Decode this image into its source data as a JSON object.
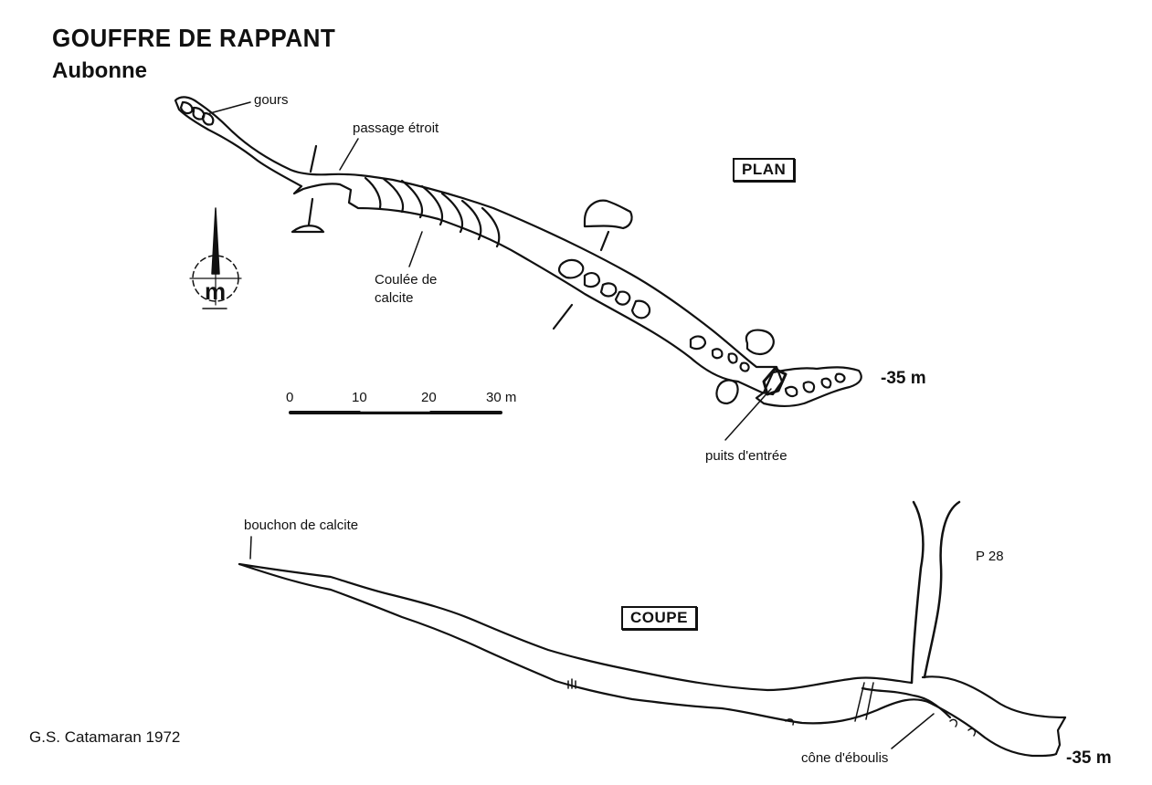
{
  "header": {
    "title": "GOUFFRE DE RAPPANT",
    "subtitle": "Aubonne"
  },
  "plan": {
    "tag": "PLAN",
    "labels": {
      "gours": "gours",
      "passage": "passage étroit",
      "coulee_line1": "Coulée de",
      "coulee_line2": "calcite",
      "puits": "puits d'entrée",
      "depth": "-35 m"
    },
    "north_letter": "m"
  },
  "scale_bar": {
    "ticks": [
      "0",
      "10",
      "20",
      "30 m"
    ]
  },
  "section": {
    "tag": "COUPE",
    "labels": {
      "bouchon": "bouchon de calcite",
      "pitch": "P 28",
      "cone": "cône d'éboulis",
      "depth": "-35 m"
    }
  },
  "credit": "G.S. Catamaran 1972"
}
